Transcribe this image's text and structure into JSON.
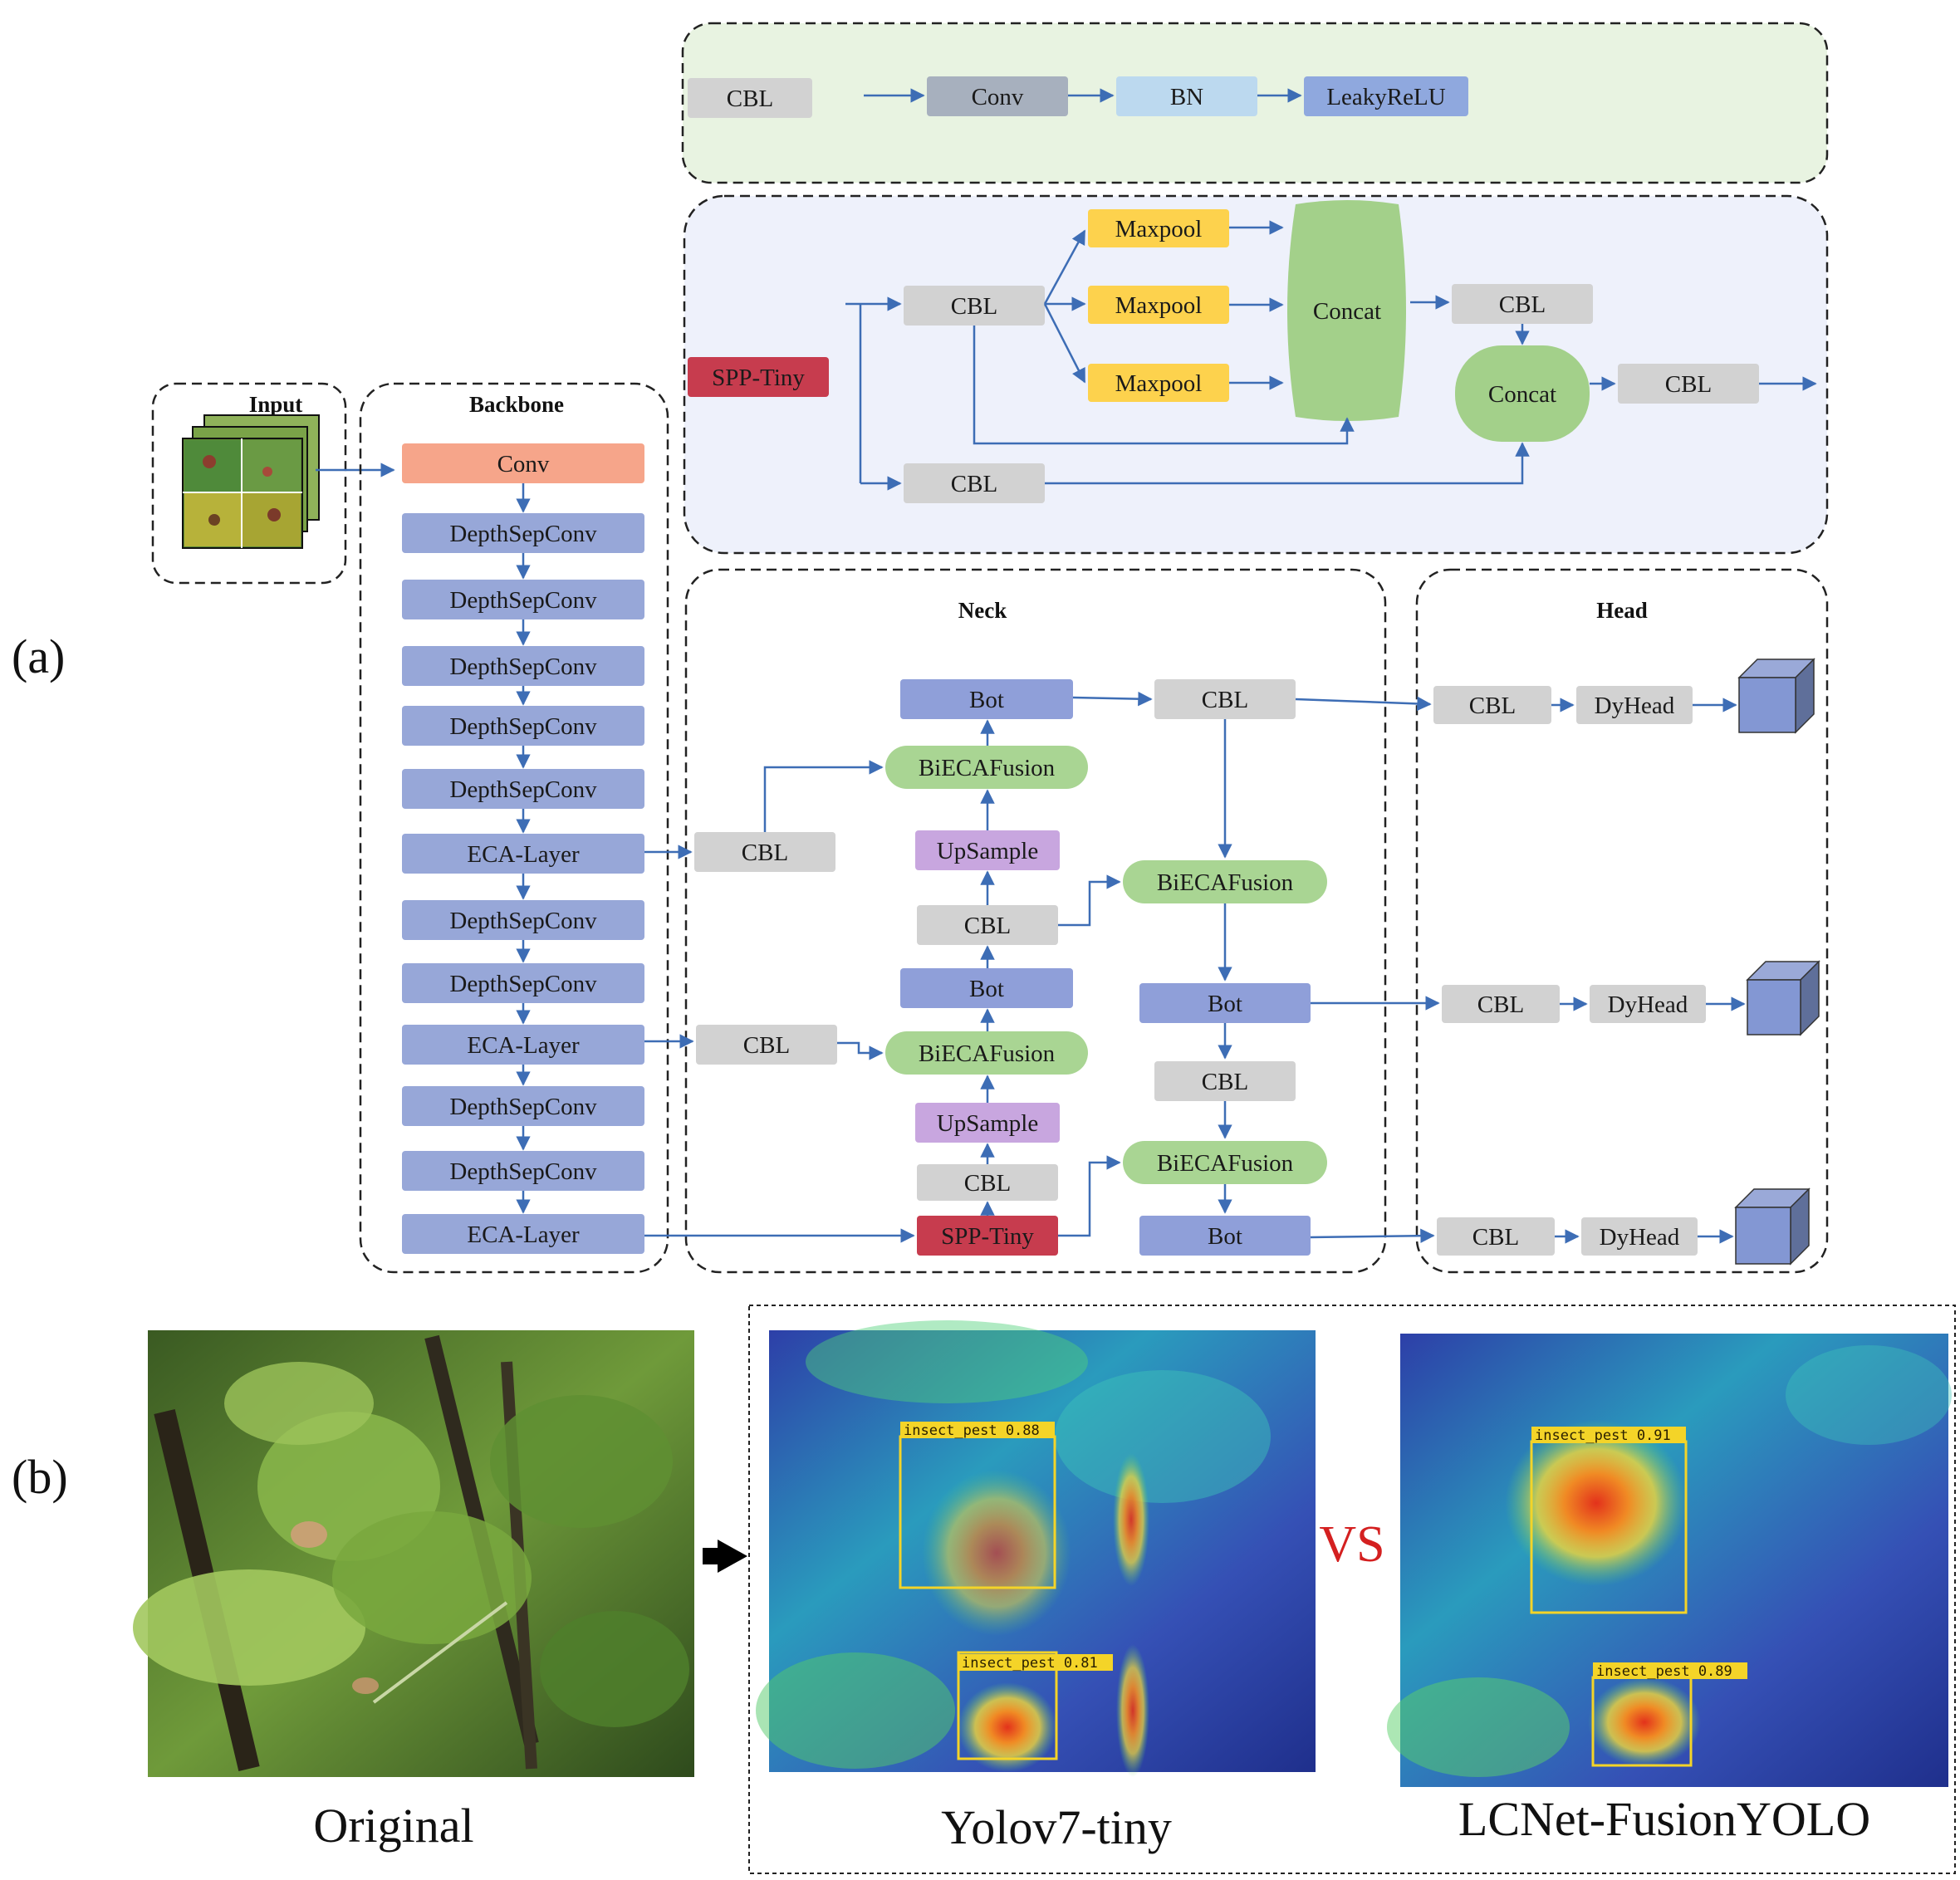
{
  "colors": {
    "cbl": "#d2d2d2",
    "conv": "#f6a58a",
    "depth": "#97a7d8",
    "eca": "#97a7d8",
    "maxpool": "#fdd24d",
    "concat": "#a3d08a",
    "spp": "#c73c4e",
    "bot": "#8f9fd9",
    "biecaf": "#a9d593",
    "upsample": "#c8a6df",
    "bn": "#bcd9ef",
    "leaky": "#8fa8de",
    "convgray": "#a7b0be",
    "cblpanel": "#e8f3e1",
    "spppanel": "#eef1fb",
    "arrow": "#3d6db5"
  },
  "panel_a_label": "(a)",
  "panel_b_label": "(b)",
  "input": {
    "title": "Input"
  },
  "backbone": {
    "title": "Backbone",
    "layers": [
      "Conv",
      "DepthSepConv",
      "DepthSepConv",
      "DepthSepConv",
      "DepthSepConv",
      "DepthSepConv",
      "ECA-Layer",
      "DepthSepConv",
      "DepthSepConv",
      "ECA-Layer",
      "DepthSepConv",
      "DepthSepConv",
      "ECA-Layer"
    ]
  },
  "cbl_def": {
    "name": "CBL",
    "parts": [
      "Conv",
      "BN",
      "LeakyReLU"
    ]
  },
  "spp_def": {
    "name": "SPP-Tiny",
    "cbl": "CBL",
    "maxpool": "Maxpool",
    "concat": "Concat"
  },
  "neck": {
    "title": "Neck",
    "cbl": "CBL",
    "bot": "Bot",
    "biecafusion": "BiECAFusion",
    "upsample": "UpSample",
    "spp": "SPP-Tiny"
  },
  "head": {
    "title": "Head",
    "cbl": "CBL",
    "dyhead": "DyHead"
  },
  "comparison": {
    "original": "Original",
    "model_a": "Yolov7-tiny",
    "vs": "VS",
    "model_b": "LCNet-FusionYOLO",
    "det_a1": "insect_pest 0.88",
    "det_a2": "insect_pest 0.81",
    "det_b1": "insect_pest 0.91",
    "det_b2": "insect_pest 0.89"
  }
}
